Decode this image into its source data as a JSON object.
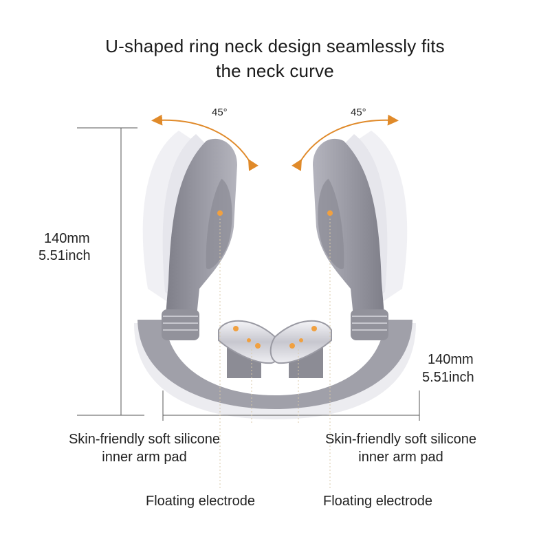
{
  "heading": {
    "line1": "U-shaped ring neck design seamlessly fits",
    "line2": "the neck curve"
  },
  "angles": {
    "left": "45°",
    "right": "45°"
  },
  "dimensions": {
    "height": {
      "mm": "140mm",
      "inch": "5.51inch"
    },
    "width": {
      "mm": "140mm",
      "inch": "5.51inch"
    }
  },
  "callouts": {
    "pad_left": {
      "line1": "Skin-friendly soft silicone",
      "line2": "inner arm pad"
    },
    "pad_right": {
      "line1": "Skin-friendly soft silicone",
      "line2": "inner arm pad"
    },
    "electrode_left": "Floating electrode",
    "electrode_right": "Floating electrode"
  },
  "colors": {
    "device_body": "#8f8f98",
    "device_highlight": "#b9b9c2",
    "ghost_arm": "#e4e4ea",
    "electrode_metal": "#d8d8de",
    "electrode_dot": "#f0a040",
    "angle_arrow": "#e08a2a",
    "dimension_line": "#555555",
    "leader_line": "#d9c9a8"
  }
}
